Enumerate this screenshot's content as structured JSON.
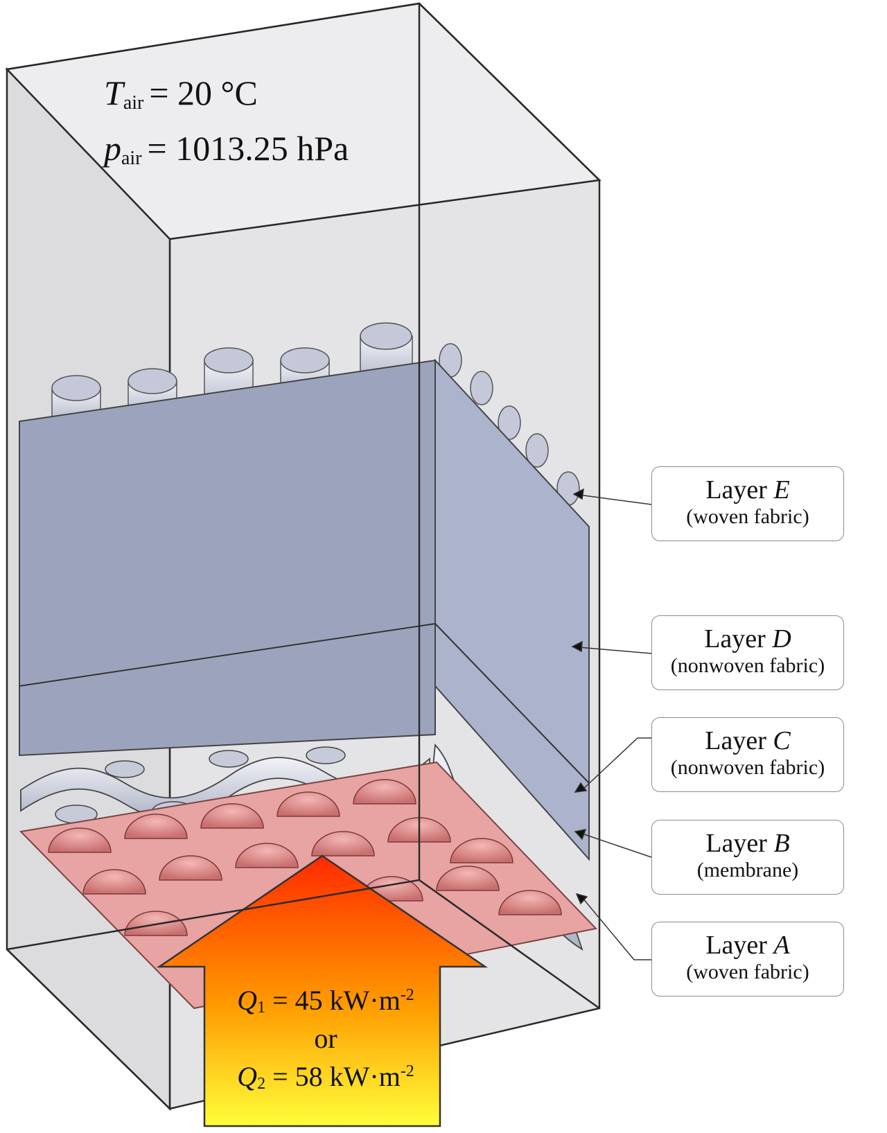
{
  "conditions": {
    "temperature": {
      "symbol": "T",
      "subscript": "air",
      "value": "= 20 °C"
    },
    "pressure": {
      "symbol": "p",
      "subscript": "air",
      "value": "= 1013.25 hPa"
    }
  },
  "layers": [
    {
      "id": "E",
      "title": "Layer",
      "letter": "E",
      "desc": "(woven fabric)"
    },
    {
      "id": "D",
      "title": "Layer",
      "letter": "D",
      "desc": "(nonwoven fabric)"
    },
    {
      "id": "C",
      "title": "Layer",
      "letter": "C",
      "desc": "(nonwoven fabric)"
    },
    {
      "id": "B",
      "title": "Layer",
      "letter": "B",
      "desc": "(membrane)"
    },
    {
      "id": "A",
      "title": "Layer",
      "letter": "A",
      "desc": "(woven fabric)"
    }
  ],
  "heat_flux": {
    "q1": {
      "symbol": "Q",
      "subscript": "1",
      "value": "= 45 kW·m",
      "exponent": "-2"
    },
    "connector": "or",
    "q2": {
      "symbol": "Q",
      "subscript": "2",
      "value": "= 58 kW·m",
      "exponent": "-2"
    }
  },
  "colors": {
    "box_fill": "#e3e3e5",
    "box_edge": "#2a2a2a",
    "layer_fill": "#9ea6bf",
    "layer_side": "#aab1cb",
    "membrane": "#e39a9a",
    "arrow_top": "#ff2a00",
    "arrow_bottom": "#ffff33"
  }
}
